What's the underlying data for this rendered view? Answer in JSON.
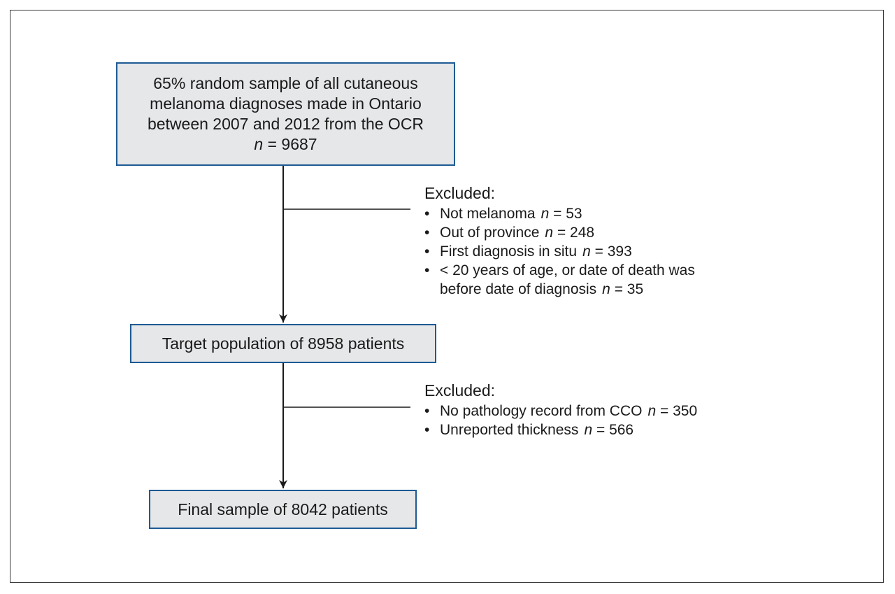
{
  "boxes": {
    "sample": {
      "lines": [
        "65% random sample of all cutaneous",
        "melanoma diagnoses made in Ontario",
        "between 2007 and 2012 from the OCR"
      ],
      "n_label": "n",
      "n_value": "= 9687"
    },
    "target": {
      "text": "Target population of 8958 patients"
    },
    "final": {
      "text": "Final sample of 8042 patients"
    }
  },
  "exclusions": [
    {
      "title": "Excluded:",
      "items": [
        {
          "text": "Not melanoma",
          "n_label": "n",
          "n_value": "= 53"
        },
        {
          "text": "Out of province",
          "n_label": "n",
          "n_value": "= 248"
        },
        {
          "text": "First diagnosis in situ",
          "n_label": "n",
          "n_value": "= 393"
        },
        {
          "text": "< 20 years of age, or date of death was",
          "text2": "before date of diagnosis",
          "n_label": "n",
          "n_value": "= 35"
        }
      ]
    },
    {
      "title": "Excluded:",
      "items": [
        {
          "text": "No pathology record from CCO",
          "n_label": "n",
          "n_value": "= 350"
        },
        {
          "text": "Unreported thickness",
          "n_label": "n",
          "n_value": "= 566"
        }
      ]
    }
  ]
}
